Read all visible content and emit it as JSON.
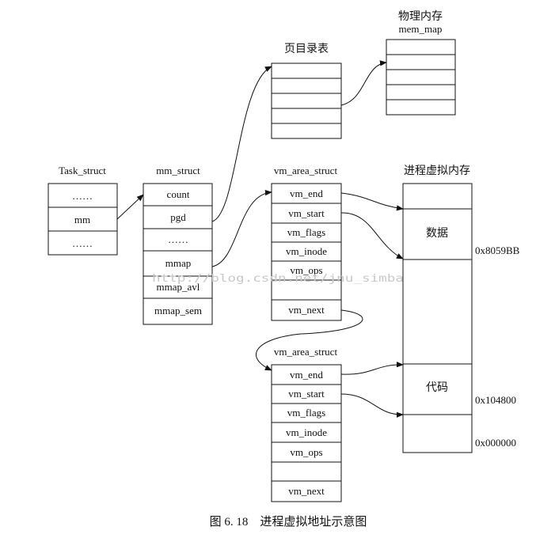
{
  "labels": {
    "physical_memory": "物理内存",
    "mem_map": "mem_map",
    "page_dir": "页目录表",
    "task_struct": "Task_struct",
    "mm_struct": "mm_struct",
    "vm_area_struct_1": "vm_area_struct",
    "vm_area_struct_2": "vm_area_struct",
    "process_vm": "进程虚拟内存"
  },
  "task_struct_cells": [
    "……",
    "mm",
    "……"
  ],
  "mm_struct_cells": [
    "count",
    "pgd",
    "……",
    "mmap",
    "mmap_avl",
    "mmap_sem"
  ],
  "vm_area_1_cells": [
    "vm_end",
    "vm_start",
    "vm_flags",
    "vm_inode",
    "vm_ops",
    "",
    "vm_next"
  ],
  "vm_area_2_cells": [
    "vm_end",
    "vm_start",
    "vm_flags",
    "vm_inode",
    "vm_ops",
    "",
    "vm_next"
  ],
  "process_memory": {
    "data_label": "数据",
    "code_label": "代码",
    "addresses": [
      "0x8059BB",
      "0x104800",
      "0x000000"
    ]
  },
  "watermark": "http://blog.csdn.net/jnu_simba",
  "caption": "图 6. 18    进程虚拟地址示意图"
}
